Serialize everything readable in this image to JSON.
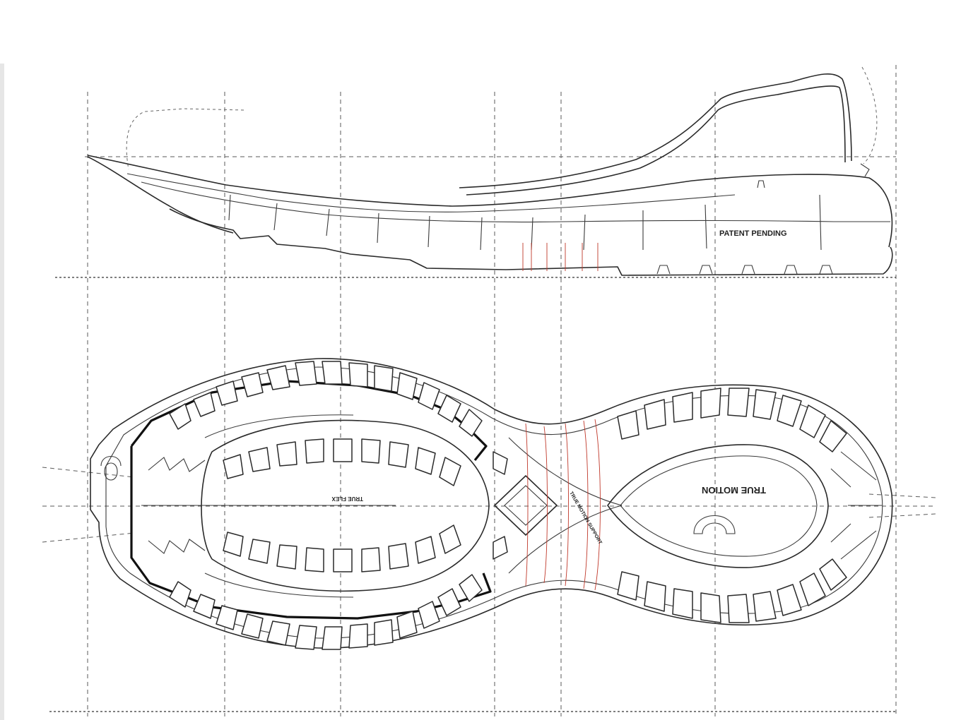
{
  "drawing": {
    "side_view_label": "PATENT PENDING",
    "heel_label": "TRUE MOTION",
    "forefoot_label": "TRUE FLEX",
    "midfoot_label": "TRUE MOTION SUPPORT"
  },
  "colors": {
    "line": "#2a2a2a",
    "accent": "#c0392b",
    "background": "#ffffff"
  }
}
